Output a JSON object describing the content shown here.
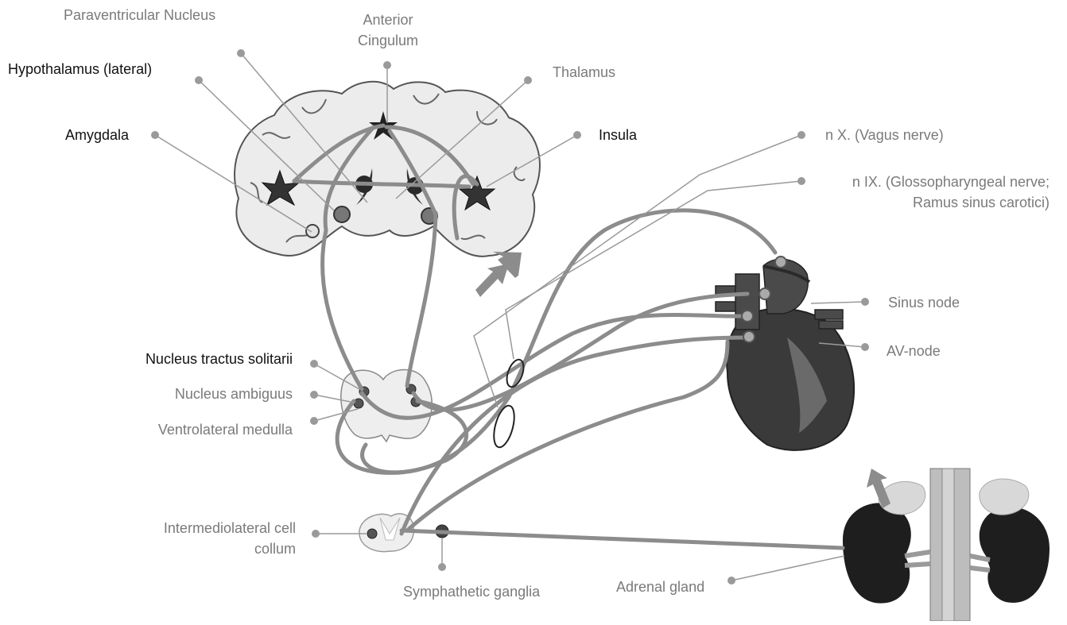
{
  "colors": {
    "pathway": "#8c8c8c",
    "leader": "#9a9a9a",
    "label_gray": "#7a7a7a",
    "label_dark": "#111111",
    "tissue_light": "#eeeeee",
    "heart": "#3a3a3a",
    "kidney": "#1e1e1e"
  },
  "labels": {
    "paraventricular": "Paraventricular Nucleus",
    "anterior_cingulum_1": "Anterior",
    "anterior_cingulum_2": "Cingulum",
    "hypothalamus": "Hypothalamus (lateral)",
    "thalamus": "Thalamus",
    "amygdala": "Amygdala",
    "insula": "Insula",
    "vagus": "n X. (Vagus nerve)",
    "glosso_1": "n IX. (Glossopharyngeal nerve;",
    "glosso_2": "Ramus sinus carotici)",
    "sinus_node": "Sinus node",
    "av_node": "AV-node",
    "ntr": "Nucleus tractus solitarii",
    "ambiguus": "Nucleus ambiguus",
    "ventrolateral": "Ventrolateral medulla",
    "iml_1": "Intermediolateral cell",
    "iml_2": "collum",
    "ganglia": "Symphathetic ganglia",
    "adrenal": "Adrenal gland"
  }
}
